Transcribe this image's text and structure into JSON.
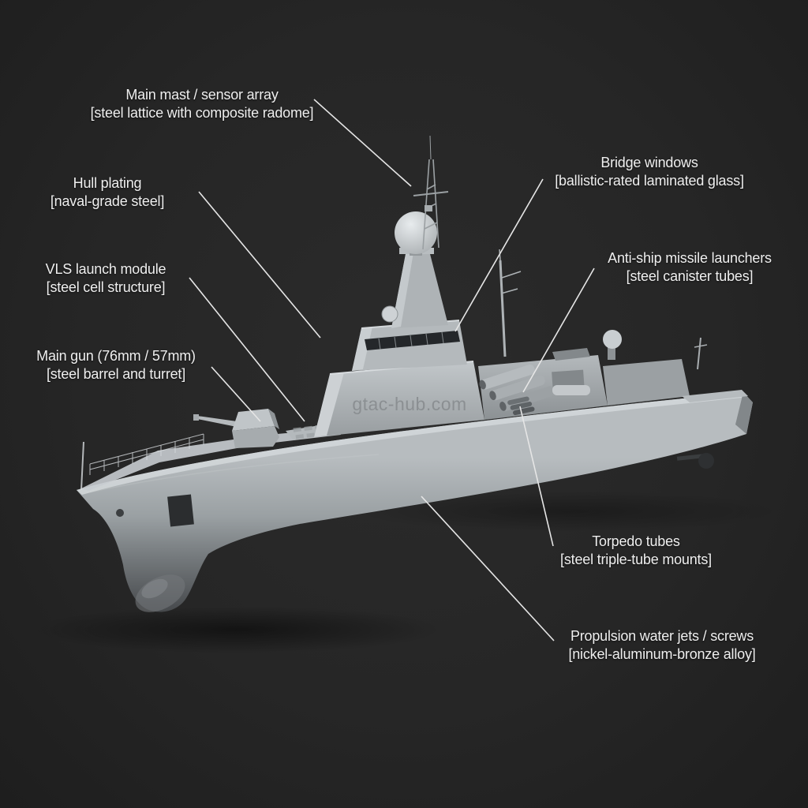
{
  "page": {
    "background": "#262626",
    "leader_line_color": "#e6e6e6",
    "label_text_color": "#efefef"
  },
  "watermark": "gtac-hub.com",
  "ship": {
    "subject": "naval-frigate-3d-render",
    "hull_light": "#b7bcbf",
    "hull_mid": "#9aa0a3",
    "hull_dark": "#46494c",
    "superstructure": "#b2b7ba",
    "window_band": "#24272a"
  },
  "labels": [
    {
      "id": "main-mast",
      "title": "Main mast / sensor array",
      "subtitle": "[steel lattice with composite radome]"
    },
    {
      "id": "hull-plating",
      "title": "Hull plating",
      "subtitle": "[naval-grade steel]"
    },
    {
      "id": "vls",
      "title": "VLS launch module",
      "subtitle": "[steel cell structure]"
    },
    {
      "id": "main-gun",
      "title": "Main gun (76mm / 57mm)",
      "subtitle": "[steel barrel and turret]"
    },
    {
      "id": "bridge",
      "title": "Bridge windows",
      "subtitle": "[ballistic-rated laminated glass]"
    },
    {
      "id": "missiles",
      "title": "Anti-ship missile launchers",
      "subtitle": "[steel canister tubes]"
    },
    {
      "id": "torpedo",
      "title": "Torpedo tubes",
      "subtitle": "[steel triple-tube mounts]"
    },
    {
      "id": "propulsion",
      "title": "Propulsion water jets / screws",
      "subtitle": "[nickel-aluminum-bronze alloy]"
    }
  ]
}
